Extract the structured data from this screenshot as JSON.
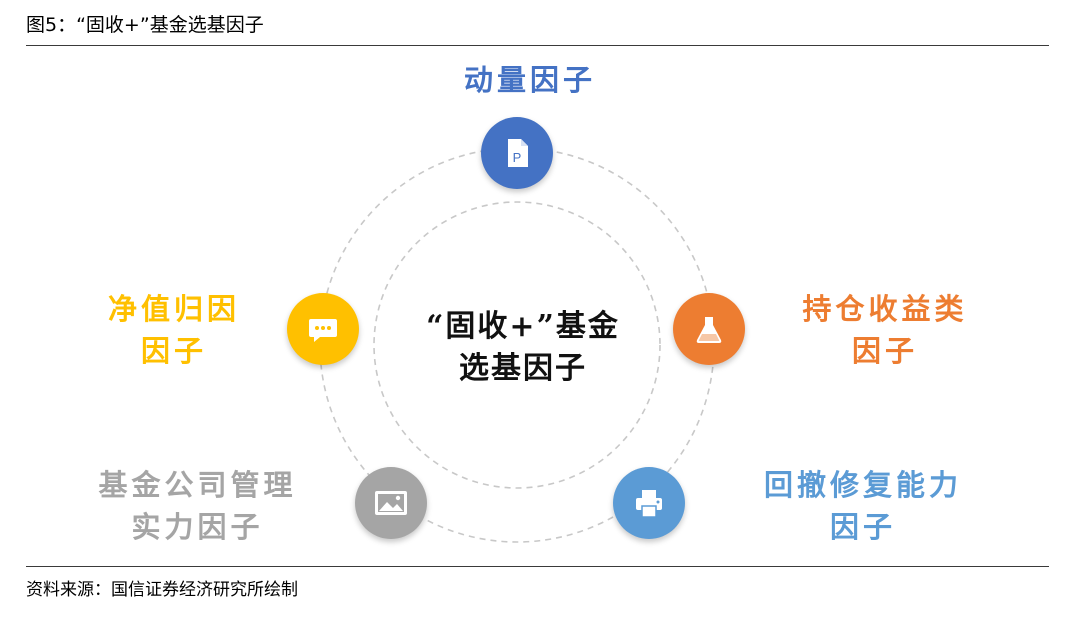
{
  "figure": {
    "title": "图5：“固收+”基金选基因子",
    "source": "资料来源：国信证券经济研究所绘制"
  },
  "center": {
    "line1": "“固收+”基金",
    "line2": "选基因子"
  },
  "factors": [
    {
      "lines": [
        "动量因子"
      ],
      "color": "#4472C4",
      "icon": "document-p-icon"
    },
    {
      "lines": [
        "持仓收益类",
        "因子"
      ],
      "color": "#ED7D31",
      "icon": "flask-icon"
    },
    {
      "lines": [
        "回撤修复能力",
        "因子"
      ],
      "color": "#5B9BD5",
      "icon": "printer-icon"
    },
    {
      "lines": [
        "基金公司管理",
        "实力因子"
      ],
      "color": "#A5A5A5",
      "icon": "image-icon"
    },
    {
      "lines": [
        "净值归因",
        "因子"
      ],
      "color": "#FFC000",
      "icon": "chat-icon"
    }
  ]
}
